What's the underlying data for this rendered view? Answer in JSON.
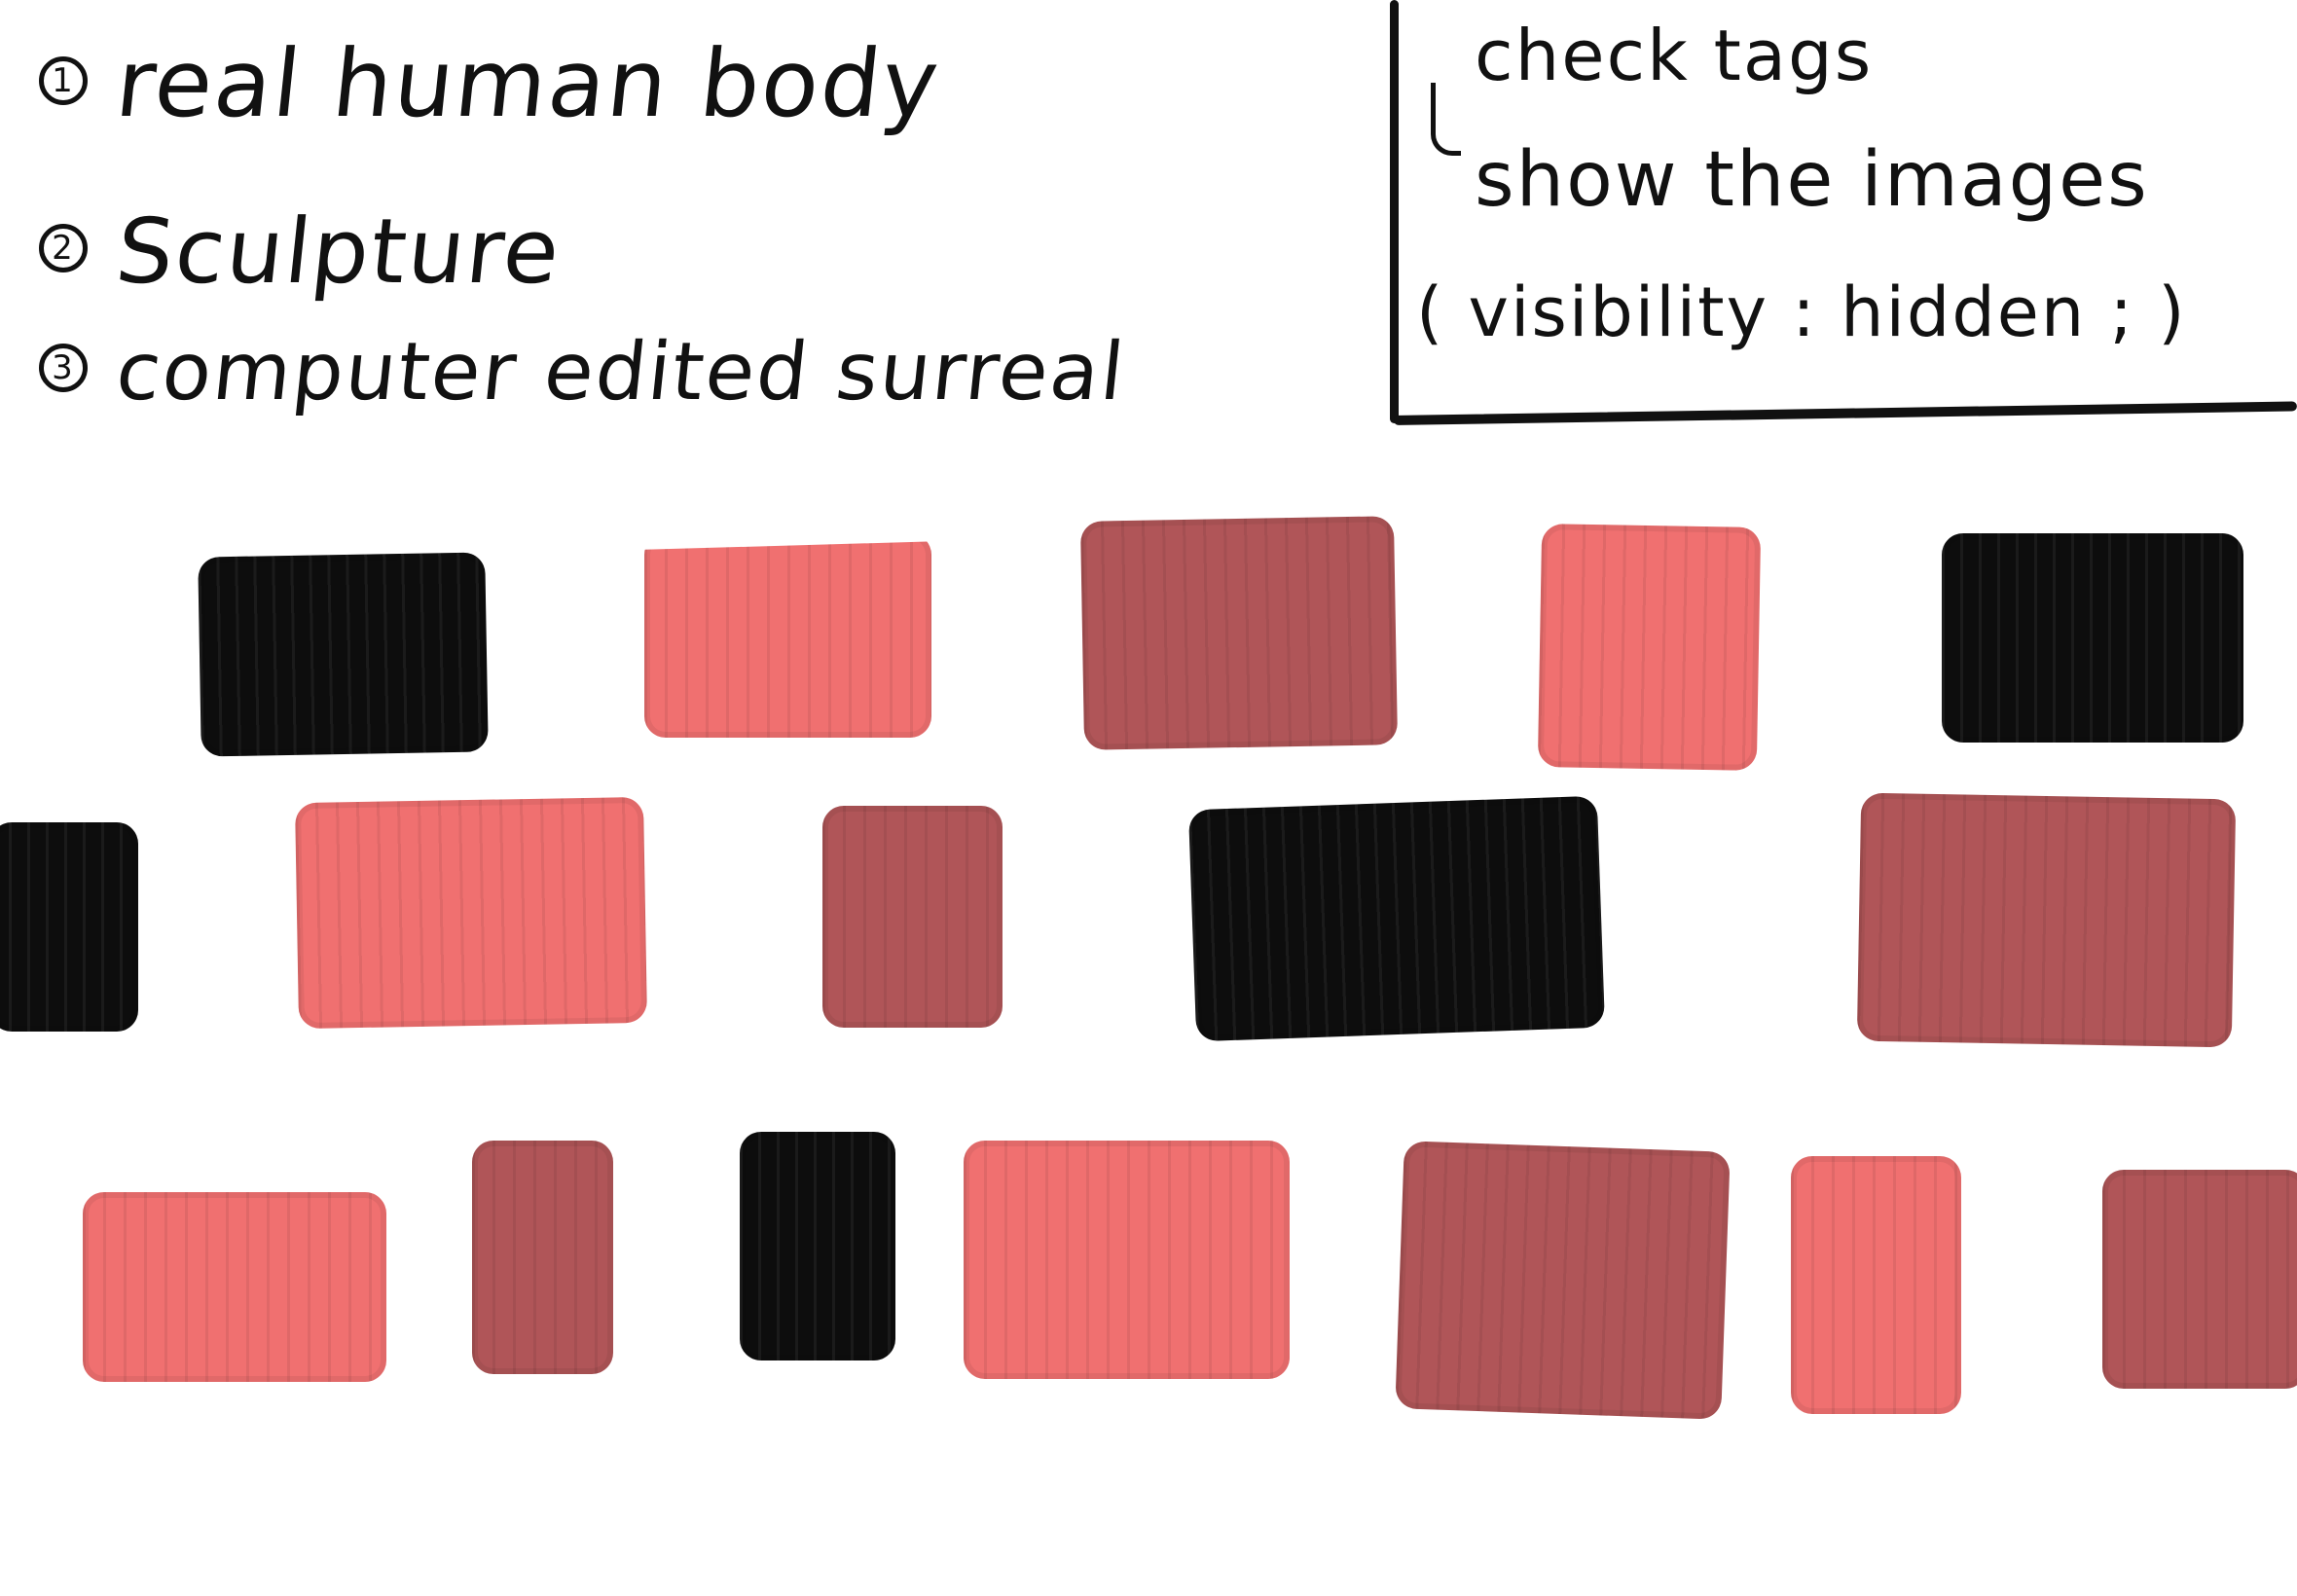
{
  "legend": [
    {
      "marker": "1",
      "text": "real human body"
    },
    {
      "marker": "2",
      "text": "Sculpture"
    },
    {
      "marker": "3",
      "text": "computer edited surreal"
    }
  ],
  "notes": {
    "line1": "check tags",
    "line2": "show the images",
    "line3": "( visibility : hidden ; )"
  },
  "colors": {
    "black": "#0d0d0d",
    "pink": "#f07070",
    "mauve": "#b05558",
    "ink": "#111111",
    "background": "#ffffff"
  },
  "tile_colors": [
    "black",
    "pink",
    "mauve",
    "pink",
    "black",
    "black",
    "pink",
    "mauve",
    "black",
    "mauve",
    "pink",
    "mauve",
    "black",
    "pink",
    "mauve",
    "pink",
    "mauve"
  ]
}
